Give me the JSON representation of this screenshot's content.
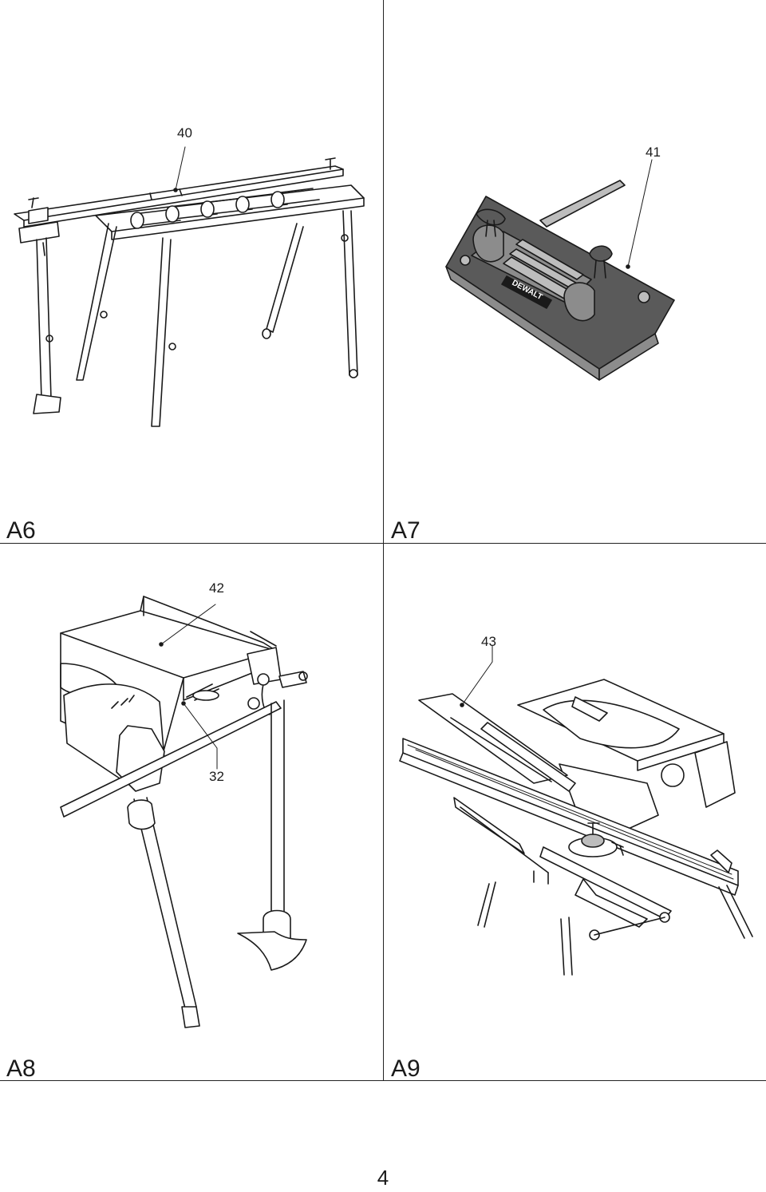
{
  "figures": [
    {
      "label": "A6",
      "callouts": [
        "40"
      ]
    },
    {
      "label": "A7",
      "callouts": [
        "41"
      ],
      "brand_mark": "DEWALT"
    },
    {
      "label": "A8",
      "callouts": [
        "42",
        "32"
      ]
    },
    {
      "label": "A9",
      "callouts": [
        "43"
      ]
    }
  ],
  "page_number": "4",
  "colors": {
    "line": "#1a1a1a",
    "shade_dark": "#5a5a5a",
    "shade_mid": "#8c8c8c",
    "shade_light": "#bdbdbd",
    "background": "#ffffff"
  }
}
